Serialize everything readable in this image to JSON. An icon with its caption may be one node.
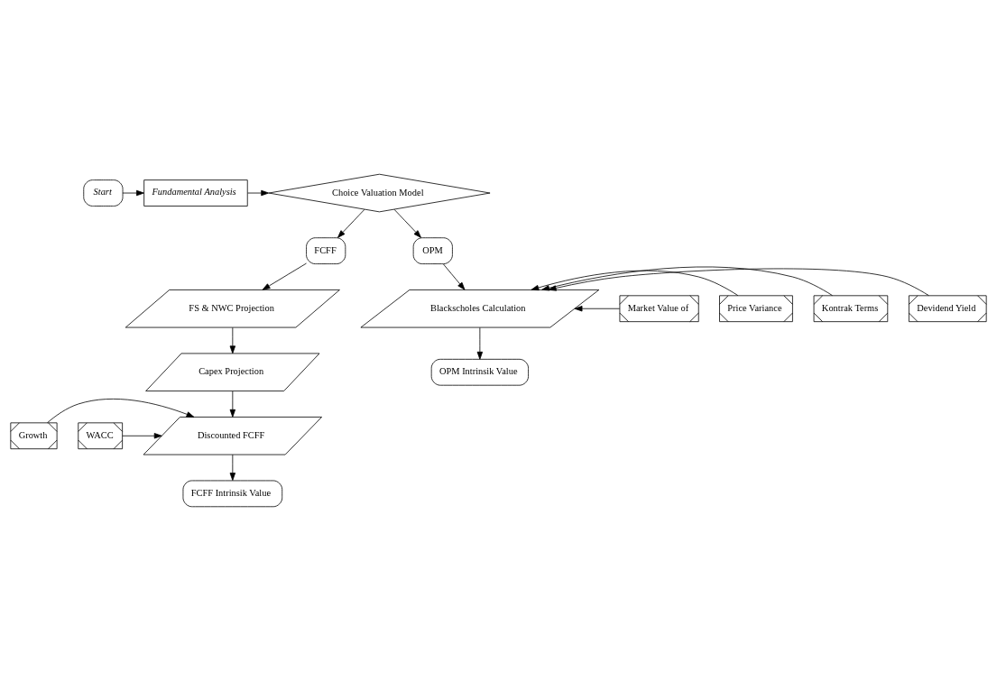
{
  "diagram": {
    "nodes": [
      {
        "text": [
          "Start"
        ]
      },
      {
        "text": [
          "Fundamental Analysis"
        ]
      },
      {
        "text": [
          "Choice Valuation Model"
        ]
      },
      {
        "text": [
          "FCFF"
        ]
      },
      {
        "text": [
          "OPM"
        ]
      },
      {
        "text": [
          "FS & NWC Projection"
        ]
      },
      {
        "text": [
          "Capex Projection"
        ]
      },
      {
        "text": [
          "Growth"
        ]
      },
      {
        "text": [
          "Discounted FCFF"
        ]
      },
      {
        "text": [
          "WACC"
        ]
      },
      {
        "text": [
          "FCFF Intrinsik Value"
        ]
      },
      {
        "text": [
          "Market Value of"
        ]
      },
      {
        "text": [
          "Price Variance"
        ]
      },
      {
        "text": [
          "Blackscholes Calculation"
        ]
      },
      {
        "text": [
          "Kontrak Terms"
        ]
      },
      {
        "text": [
          "Devidend Yield"
        ]
      },
      {
        "text": [
          "OPM Intrinsik Value"
        ]
      }
    ],
    "edges": [
      {
        "from": 0,
        "to": 1,
        "arrow": "to"
      },
      {
        "from": 1,
        "to": 2,
        "arrow": "to"
      },
      {
        "from": 2,
        "to": 3,
        "arrow": "to"
      },
      {
        "from": 2,
        "to": 4,
        "arrow": "to"
      },
      {
        "from": 3,
        "to": 5,
        "arrow": "to"
      },
      {
        "from": 5,
        "to": 6,
        "arrow": "to"
      },
      {
        "from": 6,
        "to": 8,
        "arrow": "to"
      },
      {
        "from": 7,
        "to": 8,
        "arrow": "to"
      },
      {
        "from": 9,
        "to": 8,
        "arrow": "to"
      },
      {
        "from": 8,
        "to": 10,
        "arrow": "to"
      },
      {
        "from": 4,
        "to": 13,
        "arrow": "to"
      },
      {
        "from": 11,
        "to": 13,
        "arrow": "to"
      },
      {
        "from": 12,
        "to": 13,
        "arrow": "to"
      },
      {
        "from": 14,
        "to": 13,
        "arrow": "to"
      },
      {
        "from": 15,
        "to": 13,
        "arrow": "to"
      },
      {
        "from": 13,
        "to": 16,
        "arrow": "to"
      }
    ]
  }
}
